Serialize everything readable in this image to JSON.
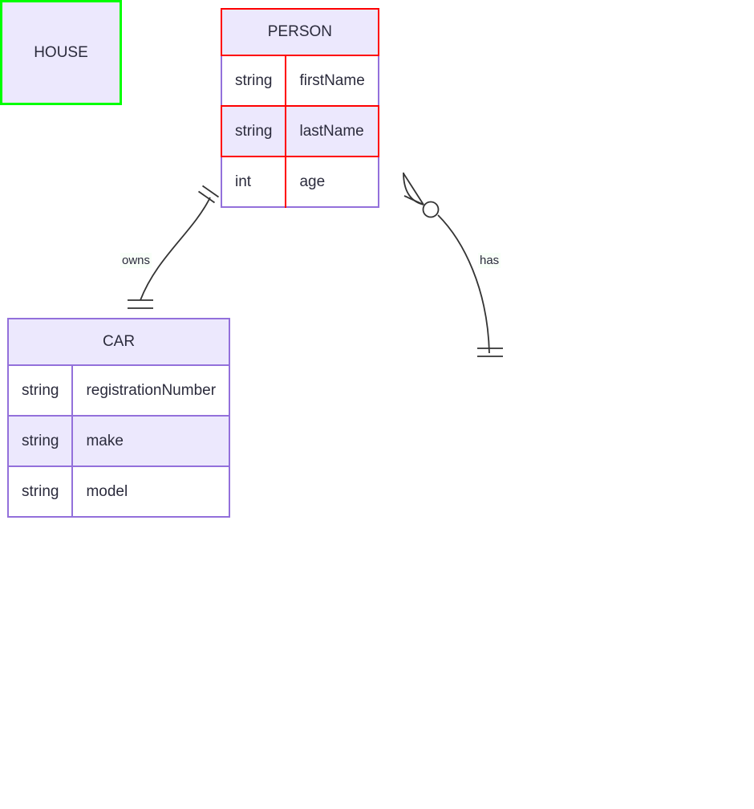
{
  "diagram": {
    "type": "er-diagram",
    "notation": "crows-foot",
    "background_color": "#ffffff",
    "colors": {
      "entity_fill": "#ece8fd",
      "entity_fill_alt": "#ffffff",
      "border_default": "#9370db",
      "border_highlight_red": "#ff0000",
      "border_highlight_green": "#00ff00",
      "text": "#2b2b3c",
      "connector": "#333333"
    }
  },
  "entities": [
    {
      "id": "person",
      "name": "PERSON",
      "border_color": "#9370db",
      "header_border_color": "#ff0000",
      "attributes": [
        {
          "type": "string",
          "name": "firstName",
          "highlighted": false
        },
        {
          "type": "string",
          "name": "lastName",
          "highlighted": true
        },
        {
          "type": "int",
          "name": "age",
          "highlighted": false
        }
      ]
    },
    {
      "id": "car",
      "name": "CAR",
      "border_color": "#9370db",
      "header_border_color": "#9370db",
      "attributes": [
        {
          "type": "string",
          "name": "registrationNumber",
          "highlighted": false
        },
        {
          "type": "string",
          "name": "make",
          "highlighted": false
        },
        {
          "type": "string",
          "name": "model",
          "highlighted": false
        }
      ]
    },
    {
      "id": "house",
      "name": "HOUSE",
      "border_color": "#00ff00",
      "header_border_color": "#00ff00",
      "attributes": []
    }
  ],
  "relationships": [
    {
      "id": "owns",
      "label": "owns",
      "from": "PERSON",
      "to": "CAR",
      "from_cardinality": "exactly-one",
      "to_cardinality": "exactly-one"
    },
    {
      "id": "has",
      "label": "has",
      "from": "PERSON",
      "to": "HOUSE",
      "from_cardinality": "zero-or-more",
      "to_cardinality": "exactly-one"
    }
  ]
}
